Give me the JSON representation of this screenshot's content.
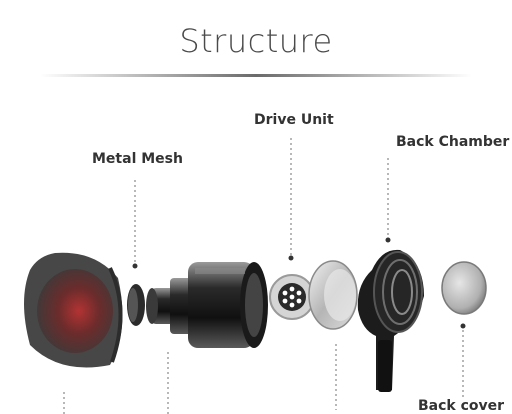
{
  "title": "Structure",
  "labels": {
    "drive_unit": "Drive Unit",
    "back_chamber": "Back Chamber",
    "metal_mesh": "Metal Mesh",
    "back_cover": "Back cover"
  },
  "colors": {
    "title": "#4a4a4a",
    "label": "#333333",
    "leader": "#888888",
    "ear_tip": "#4a4a4a",
    "ear_tip_inner": "#9b2b2b",
    "metal_dark": "#1e1e1e",
    "metal_light": "#d8d8d8"
  }
}
